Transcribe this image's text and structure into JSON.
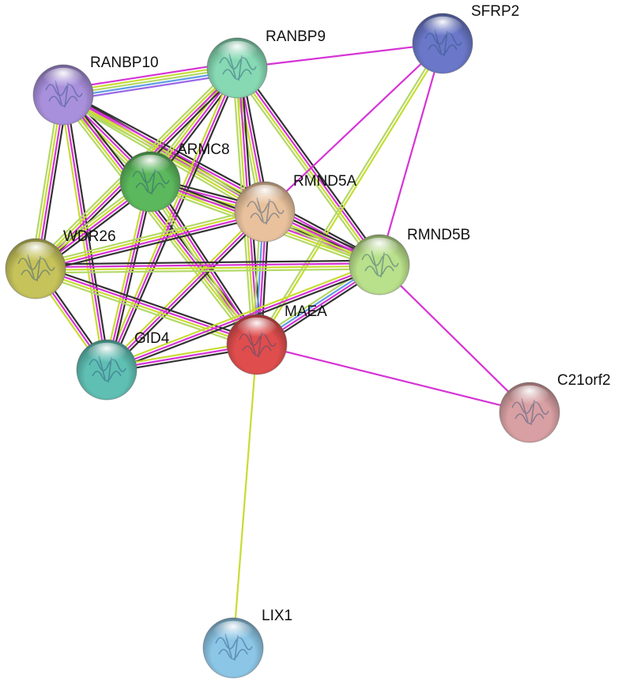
{
  "nodes": [
    {
      "id": "RANBP10",
      "label": "RANBP10",
      "color": "#a990dd"
    },
    {
      "id": "RANBP9",
      "label": "RANBP9",
      "color": "#86d9b3"
    },
    {
      "id": "SFRP2",
      "label": "SFRP2",
      "color": "#6b78c9"
    },
    {
      "id": "ARMC8",
      "label": "ARMC8",
      "color": "#5cb85c"
    },
    {
      "id": "RMND5A",
      "label": "RMND5A",
      "color": "#e9c29d"
    },
    {
      "id": "WDR26",
      "label": "WDR26",
      "color": "#c6c35b"
    },
    {
      "id": "RMND5B",
      "label": "RMND5B",
      "color": "#b9e08a"
    },
    {
      "id": "MAEA",
      "label": "MAEA",
      "color": "#e04d4d"
    },
    {
      "id": "GID4",
      "label": "GID4",
      "color": "#5fbfb3"
    },
    {
      "id": "C21orf2",
      "label": "C21orf2",
      "color": "#d9a0a3"
    },
    {
      "id": "LIX1",
      "label": "LIX1",
      "color": "#8cc6e6"
    }
  ],
  "edge_colors": {
    "black": "#333333",
    "magenta": "#d633d6",
    "yellow": "#c8dc32",
    "light_green": "#b3d966",
    "blue": "#5f9ce6",
    "purple": "#9966e6"
  },
  "edges": [
    {
      "source": "RANBP10",
      "target": "RANBP9",
      "colors": [
        "magenta",
        "yellow",
        "light_green",
        "blue",
        "purple"
      ]
    },
    {
      "source": "RANBP10",
      "target": "ARMC8",
      "colors": [
        "black",
        "magenta",
        "yellow",
        "light_green"
      ]
    },
    {
      "source": "RANBP10",
      "target": "RMND5A",
      "colors": [
        "black",
        "magenta",
        "yellow",
        "light_green"
      ]
    },
    {
      "source": "RANBP10",
      "target": "WDR26",
      "colors": [
        "black",
        "magenta",
        "yellow",
        "light_green"
      ]
    },
    {
      "source": "RANBP10",
      "target": "RMND5B",
      "colors": [
        "black",
        "magenta",
        "yellow",
        "light_green"
      ]
    },
    {
      "source": "RANBP10",
      "target": "MAEA",
      "colors": [
        "black",
        "magenta",
        "yellow",
        "light_green"
      ]
    },
    {
      "source": "RANBP10",
      "target": "GID4",
      "colors": [
        "black",
        "magenta",
        "yellow"
      ]
    },
    {
      "source": "RANBP9",
      "target": "SFRP2",
      "colors": [
        "magenta"
      ]
    },
    {
      "source": "RANBP9",
      "target": "ARMC8",
      "colors": [
        "black",
        "magenta",
        "yellow",
        "light_green"
      ]
    },
    {
      "source": "RANBP9",
      "target": "RMND5A",
      "colors": [
        "black",
        "magenta",
        "yellow",
        "light_green"
      ]
    },
    {
      "source": "RANBP9",
      "target": "WDR26",
      "colors": [
        "black",
        "magenta",
        "yellow",
        "light_green"
      ]
    },
    {
      "source": "RANBP9",
      "target": "RMND5B",
      "colors": [
        "black",
        "magenta",
        "yellow",
        "light_green"
      ]
    },
    {
      "source": "RANBP9",
      "target": "MAEA",
      "colors": [
        "black",
        "magenta",
        "yellow",
        "light_green"
      ]
    },
    {
      "source": "RANBP9",
      "target": "GID4",
      "colors": [
        "black",
        "magenta",
        "yellow"
      ]
    },
    {
      "source": "SFRP2",
      "target": "RMND5A",
      "colors": [
        "magenta"
      ]
    },
    {
      "source": "SFRP2",
      "target": "MAEA",
      "colors": [
        "yellow",
        "light_green"
      ]
    },
    {
      "source": "SFRP2",
      "target": "RMND5B",
      "colors": [
        "magenta"
      ]
    },
    {
      "source": "ARMC8",
      "target": "RMND5A",
      "colors": [
        "black",
        "magenta",
        "yellow",
        "light_green"
      ]
    },
    {
      "source": "ARMC8",
      "target": "WDR26",
      "colors": [
        "black",
        "magenta",
        "yellow",
        "light_green"
      ]
    },
    {
      "source": "ARMC8",
      "target": "RMND5B",
      "colors": [
        "black",
        "magenta",
        "yellow",
        "light_green"
      ]
    },
    {
      "source": "ARMC8",
      "target": "MAEA",
      "colors": [
        "black",
        "magenta",
        "yellow",
        "light_green"
      ]
    },
    {
      "source": "ARMC8",
      "target": "GID4",
      "colors": [
        "black",
        "magenta",
        "yellow"
      ]
    },
    {
      "source": "RMND5A",
      "target": "WDR26",
      "colors": [
        "black",
        "magenta",
        "yellow",
        "light_green"
      ]
    },
    {
      "source": "RMND5A",
      "target": "RMND5B",
      "colors": [
        "black",
        "magenta",
        "yellow",
        "light_green"
      ]
    },
    {
      "source": "RMND5A",
      "target": "MAEA",
      "colors": [
        "black",
        "magenta",
        "blue",
        "light_green"
      ]
    },
    {
      "source": "RMND5A",
      "target": "GID4",
      "colors": [
        "black",
        "magenta",
        "yellow"
      ]
    },
    {
      "source": "WDR26",
      "target": "RMND5B",
      "colors": [
        "black",
        "magenta",
        "yellow",
        "light_green"
      ]
    },
    {
      "source": "WDR26",
      "target": "MAEA",
      "colors": [
        "black",
        "magenta",
        "yellow",
        "light_green"
      ]
    },
    {
      "source": "WDR26",
      "target": "GID4",
      "colors": [
        "black",
        "magenta",
        "yellow"
      ]
    },
    {
      "source": "RMND5B",
      "target": "MAEA",
      "colors": [
        "black",
        "magenta",
        "blue",
        "light_green"
      ]
    },
    {
      "source": "RMND5B",
      "target": "GID4",
      "colors": [
        "black",
        "magenta",
        "yellow"
      ]
    },
    {
      "source": "RMND5B",
      "target": "C21orf2",
      "colors": [
        "magenta"
      ]
    },
    {
      "source": "MAEA",
      "target": "GID4",
      "colors": [
        "black",
        "magenta",
        "yellow"
      ]
    },
    {
      "source": "MAEA",
      "target": "C21orf2",
      "colors": [
        "magenta"
      ]
    },
    {
      "source": "MAEA",
      "target": "LIX1",
      "colors": [
        "yellow"
      ]
    }
  ]
}
